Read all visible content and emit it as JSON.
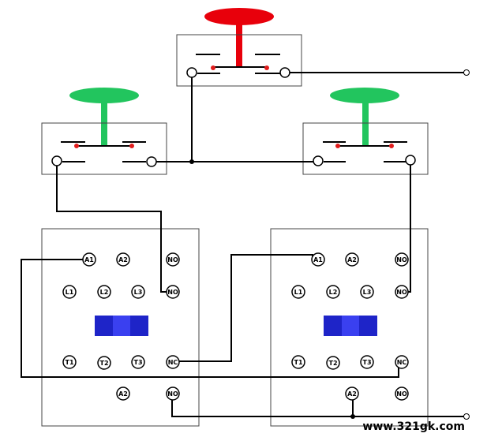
{
  "colors": {
    "stop_button": "#e8000b",
    "start_button": "#22c55e",
    "contact_dot": "#e11d1d",
    "coil_dark": "#1e24c8",
    "coil_light": "#3a40f0",
    "wire": "#000000",
    "box_border": "#444444"
  },
  "contactor_left": {
    "terminals": {
      "a1": "A1",
      "a2_top": "A2",
      "no_top": "NO",
      "l1": "L1",
      "l2": "L2",
      "l3": "L3",
      "no_mid": "NO",
      "t1": "T1",
      "t2": "T2",
      "t3": "T3",
      "nc": "NC",
      "a2_bottom": "A2",
      "no_bottom": "NO"
    }
  },
  "contactor_right": {
    "terminals": {
      "a1": "A1",
      "a2_top": "A2",
      "no_top": "NO",
      "l1": "L1",
      "l2": "L2",
      "l3": "L3",
      "no_mid": "NO",
      "t1": "T1",
      "t2": "T2",
      "t3": "T3",
      "nc": "NC",
      "a2_bottom": "A2",
      "no_bottom": "NO"
    }
  },
  "watermark": "www.321gk.com"
}
